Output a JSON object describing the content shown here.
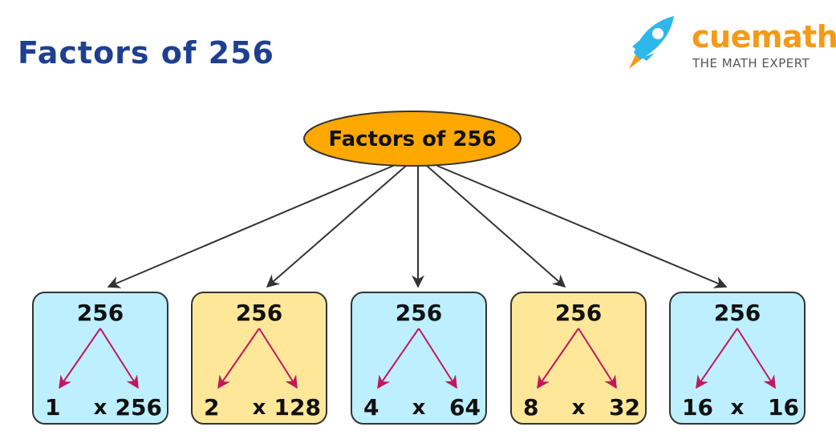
{
  "title": "Factors of 256",
  "logo": {
    "brand": "cuemath",
    "tagline": "THE MATH EXPERT"
  },
  "root": {
    "label": "Factors of 256",
    "color": "#ffa800"
  },
  "colors": {
    "title": "#1f3f8f",
    "blue_box": "#bdefff",
    "yellow_box": "#ffe79a",
    "arrow_red": "#c2185b",
    "arrow_dark": "#333333",
    "logo_blue": "#2fb7ec",
    "logo_orange": "#f59a16"
  },
  "boxes": [
    {
      "number": "256",
      "left": "1",
      "op": "x",
      "right": "256",
      "tone": "blue"
    },
    {
      "number": "256",
      "left": "2",
      "op": "x",
      "right": "128",
      "tone": "yellow"
    },
    {
      "number": "256",
      "left": "4",
      "op": "x",
      "right": "64",
      "tone": "blue"
    },
    {
      "number": "256",
      "left": "8",
      "op": "x",
      "right": "32",
      "tone": "yellow"
    },
    {
      "number": "256",
      "left": "16",
      "op": "x",
      "right": "16",
      "tone": "blue"
    }
  ]
}
